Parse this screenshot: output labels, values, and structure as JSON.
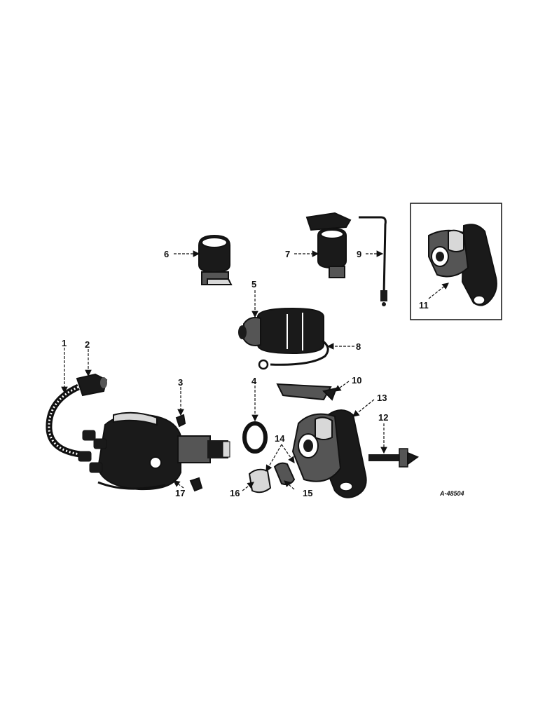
{
  "diagram": {
    "reference_code": "A-48504",
    "callouts": [
      {
        "id": "1",
        "label": "1"
      },
      {
        "id": "2",
        "label": "2"
      },
      {
        "id": "3",
        "label": "3"
      },
      {
        "id": "4",
        "label": "4"
      },
      {
        "id": "5",
        "label": "5"
      },
      {
        "id": "6",
        "label": "6"
      },
      {
        "id": "7",
        "label": "7"
      },
      {
        "id": "8",
        "label": "8"
      },
      {
        "id": "9",
        "label": "9"
      },
      {
        "id": "10",
        "label": "10"
      },
      {
        "id": "11",
        "label": "11"
      },
      {
        "id": "12",
        "label": "12"
      },
      {
        "id": "13",
        "label": "13"
      },
      {
        "id": "14",
        "label": "14"
      },
      {
        "id": "15",
        "label": "15"
      },
      {
        "id": "16",
        "label": "16"
      },
      {
        "id": "17",
        "label": "17"
      }
    ]
  }
}
